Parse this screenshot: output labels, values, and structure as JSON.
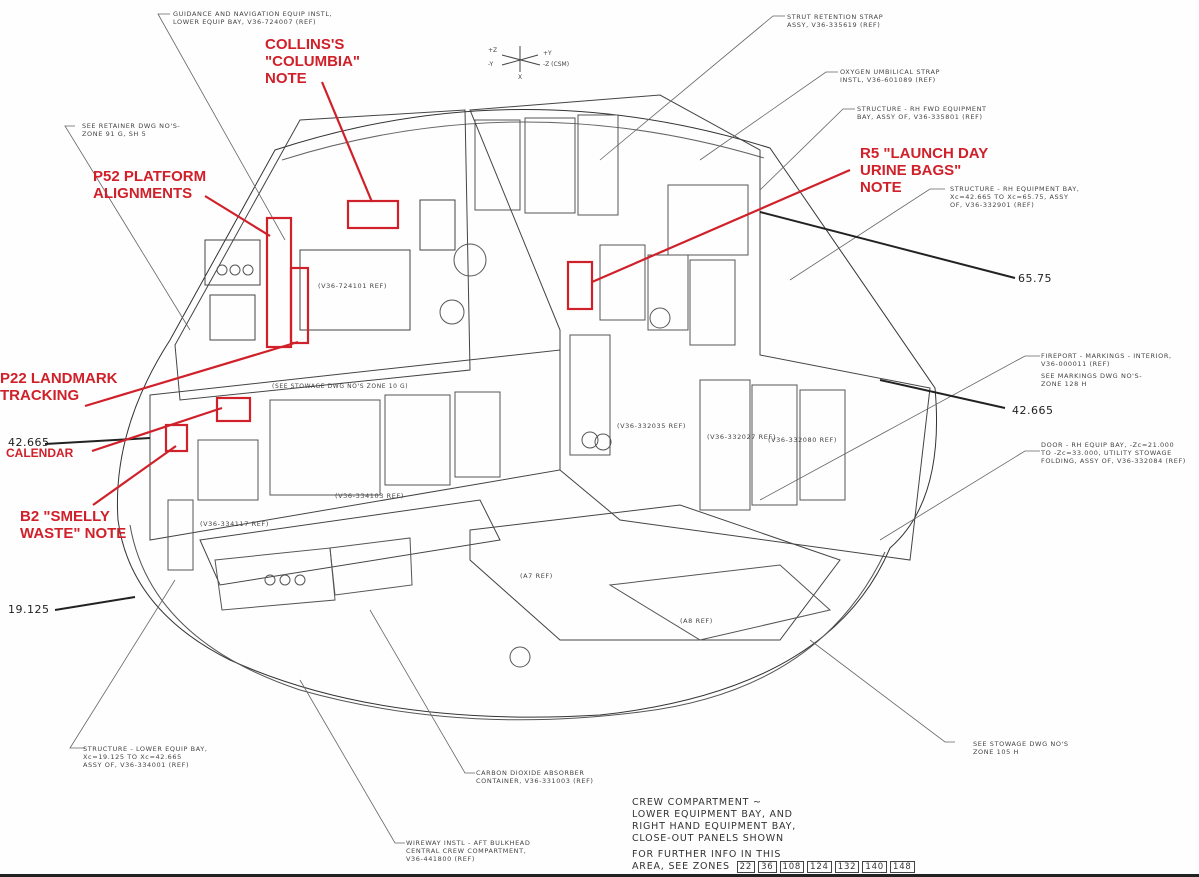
{
  "annotations": {
    "columbia": [
      "COLLINS'S",
      "\"COLUMBIA\"",
      "NOTE"
    ],
    "p52": [
      "P52 PLATFORM",
      "ALIGNMENTS"
    ],
    "r5": [
      "R5 \"LAUNCH DAY",
      "URINE BAGS\"",
      "NOTE"
    ],
    "p22": [
      "P22 LANDMARK",
      "TRACKING"
    ],
    "calendar": "CALENDAR",
    "b2": [
      "B2 \"SMELLY",
      "WASTE\" NOTE"
    ],
    "color": "#d0202a"
  },
  "callouts": {
    "guidance": [
      "GUIDANCE AND NAVIGATION EQUIP INSTL,",
      "LOWER EQUIP BAY, V36-724007 (REF)"
    ],
    "retainer": [
      "SEE RETAINER DWG NO'S-",
      "ZONE 91 G, SH 5"
    ],
    "strut": [
      "STRUT RETENTION STRAP",
      "ASSY, V36-335619 (REF)"
    ],
    "oxygen": [
      "OXYGEN UMBILICAL STRAP",
      "INSTL, V36-601089 (REF)"
    ],
    "rh_fwd": [
      "STRUCTURE - RH FWD EQUIPMENT",
      "BAY, ASSY OF, V36-335801 (REF)"
    ],
    "rh_bay": [
      "STRUCTURE - RH EQUIPMENT BAY,",
      "Xc=42.665 TO Xc=65.75, ASSY",
      "OF, V36-332901 (REF)"
    ],
    "fireport": [
      "FIREPORT - MARKINGS - INTERIOR,",
      "V36-000011 (REF)"
    ],
    "markings": [
      "SEE MARKINGS DWG NO'S-",
      "ZONE 128 H"
    ],
    "door": [
      "DOOR - RH EQUIP BAY, -Zc=21.000",
      "TO -Zc=33.000, UTILITY STOWAGE",
      "FOLDING, ASSY OF, V36-332084 (REF)"
    ],
    "stowage": [
      "SEE STOWAGE DWG NO'S",
      "ZONE 105 H"
    ],
    "lower_bay": [
      "STRUCTURE - LOWER EQUIP BAY,",
      "Xc=19.125 TO Xc=42.665",
      "ASSY OF, V36-334001 (REF)"
    ],
    "co2": [
      "CARBON DIOXIDE ABSORBER",
      "CONTAINER, V36-331003 (REF)"
    ],
    "wireway": [
      "WIREWAY INSTL - AFT BULKHEAD",
      "CENTRAL CREW COMPARTMENT,",
      "V36-441800 (REF)"
    ]
  },
  "dimensions": {
    "d1": "65.75",
    "d2": "42.665",
    "d3": "42.665",
    "d4": "19.125"
  },
  "axes": {
    "pz": "+Z",
    "py": "+Y",
    "ny": "-Y",
    "nz": "-Z (CSM)",
    "x": "X"
  },
  "title_block": {
    "lines": [
      "CREW COMPARTMENT ~",
      "LOWER EQUIPMENT BAY, AND",
      "RIGHT HAND EQUIPMENT BAY,",
      "CLOSE-OUT PANELS SHOWN"
    ],
    "further_1": "FOR FURTHER INFO IN THIS",
    "further_2": "AREA, SEE ZONES",
    "zones": [
      "22",
      "36",
      "108",
      "124",
      "132",
      "140",
      "148"
    ]
  },
  "panel_labels": [
    "(V36-724101 REF)",
    "(SEE STOWAGE DWG NO'S ZONE 10 G)",
    "(V36-334103 REF)",
    "(V36-334117 REF)",
    "(V36-332035 REF)",
    "(V36-332027 REF)",
    "(V36-332080 REF)",
    "(A7 REF)",
    "(A8 REF)"
  ]
}
